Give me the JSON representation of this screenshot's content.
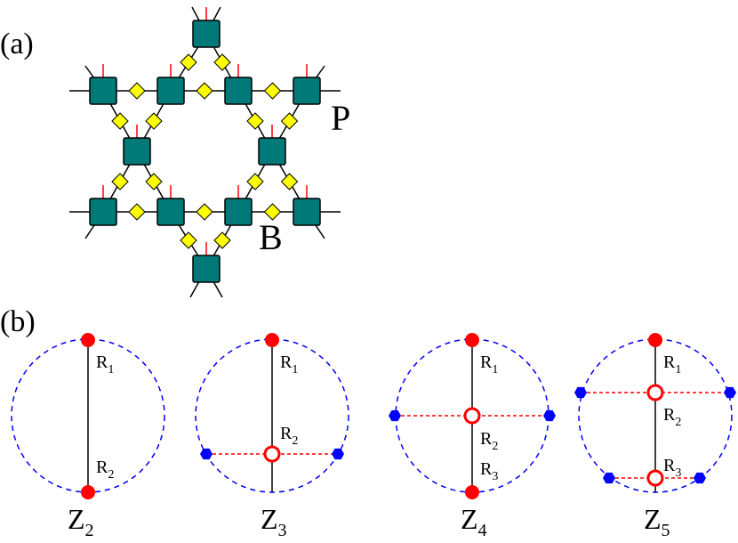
{
  "panel_a": {
    "label": "(a)",
    "label_p": "P",
    "label_b": "B",
    "colors": {
      "tensor": "#007a78",
      "bond_matrix": "#ffff00",
      "physical_leg": "#ff0000",
      "edge": "#000000"
    }
  },
  "panel_b": {
    "label": "(b)",
    "colors": {
      "circle": "#0000ff",
      "filled_dot": "#ff0000",
      "hexagon": "#0000ff",
      "dashed_line": "#ff0000"
    },
    "diagrams": [
      {
        "z": "Z",
        "n": "2",
        "labels": [
          {
            "r": "R",
            "i": "1"
          },
          {
            "r": "R",
            "i": "2"
          }
        ]
      },
      {
        "z": "Z",
        "n": "3",
        "labels": [
          {
            "r": "R",
            "i": "1"
          },
          {
            "r": "R",
            "i": "2"
          }
        ]
      },
      {
        "z": "Z",
        "n": "4",
        "labels": [
          {
            "r": "R",
            "i": "1"
          },
          {
            "r": "R",
            "i": "2"
          },
          {
            "r": "R",
            "i": "3"
          }
        ]
      },
      {
        "z": "Z",
        "n": "5",
        "labels": [
          {
            "r": "R",
            "i": "1"
          },
          {
            "r": "R",
            "i": "2"
          },
          {
            "r": "R",
            "i": "3"
          }
        ]
      }
    ]
  }
}
